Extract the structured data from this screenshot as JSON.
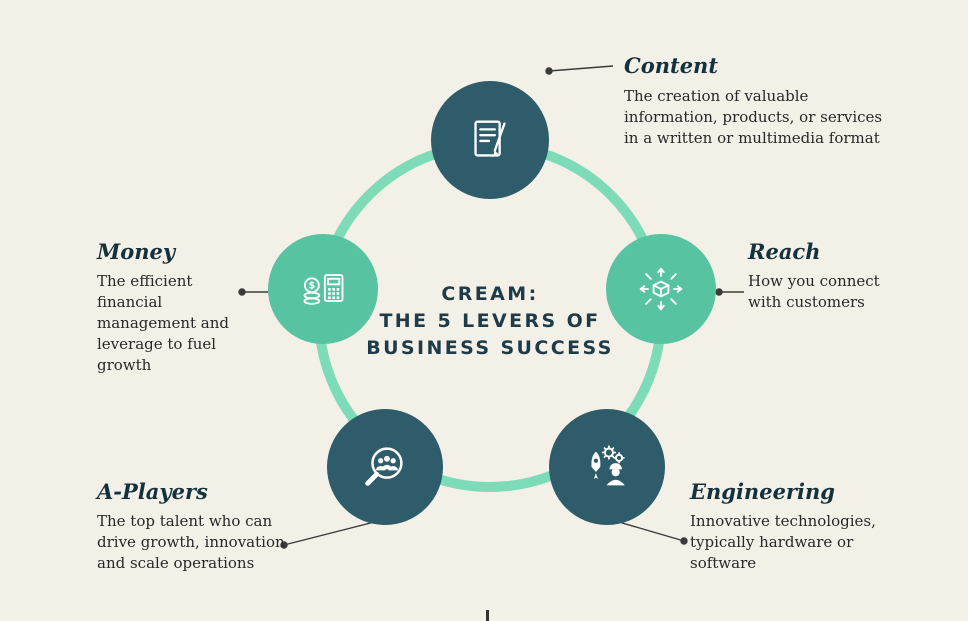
{
  "title": {
    "lines": [
      "CREAM:",
      "THE 5 LEVERS OF",
      "BUSINESS SUCCESS"
    ]
  },
  "nodes": [
    {
      "name": "Content",
      "description": "The creation of valuable information, products, or services in a written or multimedia format",
      "icon": "document-pen-icon",
      "circle_color": "#2e5c6b"
    },
    {
      "name": "Reach",
      "description": "How you connect with customers",
      "icon": "cube-arrows-icon",
      "circle_color": "#57c3a0"
    },
    {
      "name": "Money",
      "description": "The efficient financial management and leverage to fuel growth",
      "icon": "coins-calculator-icon",
      "circle_color": "#57c3a0"
    },
    {
      "name": "A-Players",
      "description": "The top talent who can drive growth, innovation and scale operations",
      "icon": "team-magnifier-icon",
      "circle_color": "#2e5c6b"
    },
    {
      "name": "Engineering",
      "description": "Innovative technologies, typically hardware or software",
      "icon": "rocket-engineer-icon",
      "circle_color": "#2e5c6b"
    }
  ],
  "colors": {
    "background": "#f3f0e7",
    "ring": "#7edbb8",
    "dark_circle": "#2e5c6b",
    "light_circle": "#57c3a0",
    "title_text": "#1d3b49",
    "label_text": "#14313e",
    "description_text": "#282828",
    "connector": "#3a3a3a",
    "icon": "#ffffff"
  }
}
